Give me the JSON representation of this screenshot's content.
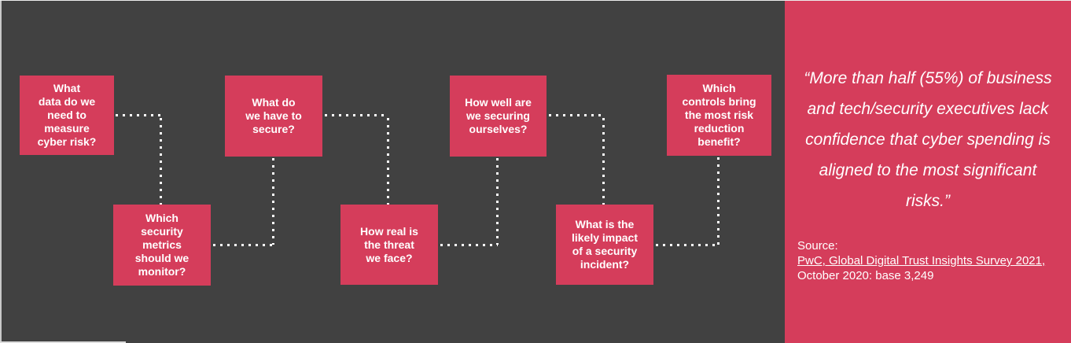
{
  "colors": {
    "slide_background": "#414141",
    "accent_rose": "#d53d5b",
    "text_on_accent": "#ffffff",
    "connector_dots": "#ffffff",
    "edge_border": "#c9c9c9"
  },
  "flowchart": {
    "boxes": [
      {
        "label": "What\ndata do we\nneed to\nmeasure\ncyber risk?"
      },
      {
        "label": "Which\nsecurity\nmetrics\nshould we\nmonitor?"
      },
      {
        "label": "What do\nwe have to\nsecure?"
      },
      {
        "label": "How real is\nthe threat\nwe face?"
      },
      {
        "label": "How well are\nwe securing\nourselves?"
      },
      {
        "label": "What is the\nlikely impact\nof a security\nincident?"
      },
      {
        "label": "Which\ncontrols bring\nthe most risk\nreduction\nbenefit?"
      }
    ]
  },
  "quote_panel": {
    "quote": "“More than half (55%) of business\nand tech/security executives lack\nconfidence that cyber spending is\naligned to the most significant\nrisks.”",
    "source_label": "Source:",
    "source_link": "PwC, Global Digital Trust Insights Survey 2021,",
    "source_detail": "October 2020: base 3,249"
  }
}
